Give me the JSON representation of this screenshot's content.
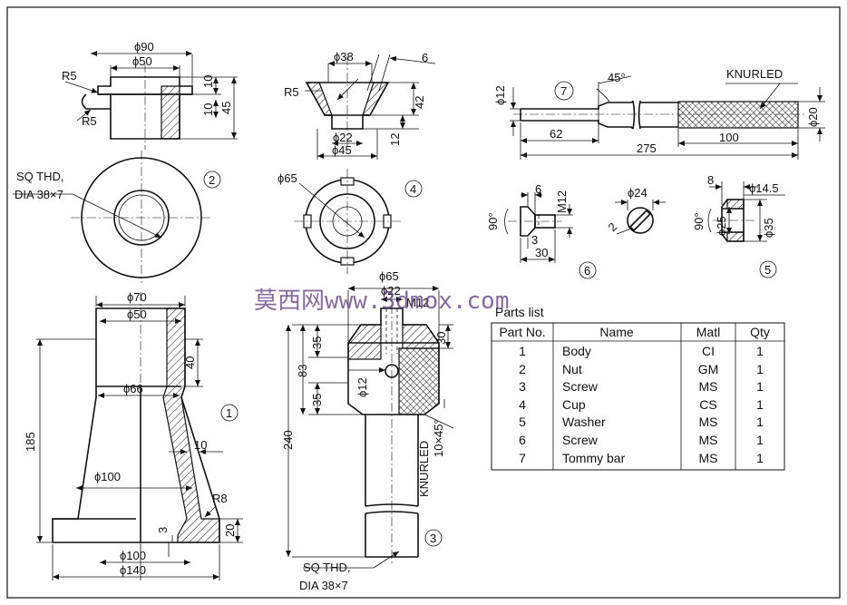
{
  "views": {
    "nut": {
      "dims": {
        "d_outer": "ϕ90",
        "d_inner": "ϕ50",
        "r_top": "R5",
        "r_bottom": "R5",
        "h_top": "10",
        "h_bottom": "10",
        "h_total": "45"
      },
      "callout": "2",
      "note": [
        "SQ THD,",
        "DIA 38×7"
      ]
    },
    "cup": {
      "dims": {
        "d_top": "ϕ38",
        "angle": "6",
        "radius": "R5",
        "h_total": "42",
        "d_bore": "ϕ22",
        "d_base": "ϕ45",
        "h_base": "12",
        "d_plan": "ϕ65"
      },
      "callout": "4"
    },
    "tommy_bar": {
      "dims": {
        "d_shank": "ϕ12",
        "chamfer": "45°",
        "knurl_label": "KNURLED",
        "d_knurl": "ϕ20",
        "len_shank": "62",
        "len_knurl": "100",
        "len_total": "275"
      },
      "callout": "7"
    },
    "screw6": {
      "dims": {
        "angle": "90°",
        "head_h": "6",
        "thread": "M12",
        "len_a": "3",
        "len_b": "30",
        "d_head": "ϕ24",
        "slot": "2"
      },
      "callout": "6"
    },
    "washer": {
      "dims": {
        "angle": "90°",
        "t": "8",
        "d_inner": "ϕ14.5",
        "d_chamfer": "ϕ25",
        "d_outer": "ϕ35"
      },
      "callout": "5"
    },
    "body": {
      "dims": {
        "d_top": "ϕ70",
        "d_bore": "ϕ50",
        "h_top": "40",
        "d_neck": "ϕ66",
        "wall": "10",
        "d_mid": "ϕ100",
        "radius": "R8",
        "h_base": "20",
        "gap": "3",
        "d_base_in": "ϕ100",
        "d_base_out": "ϕ140",
        "h_total": "185"
      },
      "callout": "1"
    },
    "screw3": {
      "dims": {
        "d_head": "ϕ65",
        "d_top": "ϕ22",
        "thread": "M12",
        "h_1": "35",
        "h_2": "35",
        "h_head": "83",
        "h_top": "30",
        "d_hole": "ϕ12",
        "chamfer": "10×45°",
        "knurl_label": "KNURLED",
        "len_total": "240"
      },
      "callout": "3",
      "note": [
        "SQ THD,",
        "DIA 38×7"
      ]
    }
  },
  "watermark": "莫西网www.3dmox.com",
  "parts_list": {
    "title": "Parts list",
    "headers": [
      "Part No.",
      "Name",
      "Matl",
      "Qty"
    ],
    "rows": [
      [
        "1",
        "Body",
        "CI",
        "1"
      ],
      [
        "2",
        "Nut",
        "GM",
        "1"
      ],
      [
        "3",
        "Screw",
        "MS",
        "1"
      ],
      [
        "4",
        "Cup",
        "CS",
        "1"
      ],
      [
        "5",
        "Washer",
        "MS",
        "1"
      ],
      [
        "6",
        "Screw",
        "MS",
        "1"
      ],
      [
        "7",
        "Tommy bar",
        "MS",
        "1"
      ]
    ]
  }
}
